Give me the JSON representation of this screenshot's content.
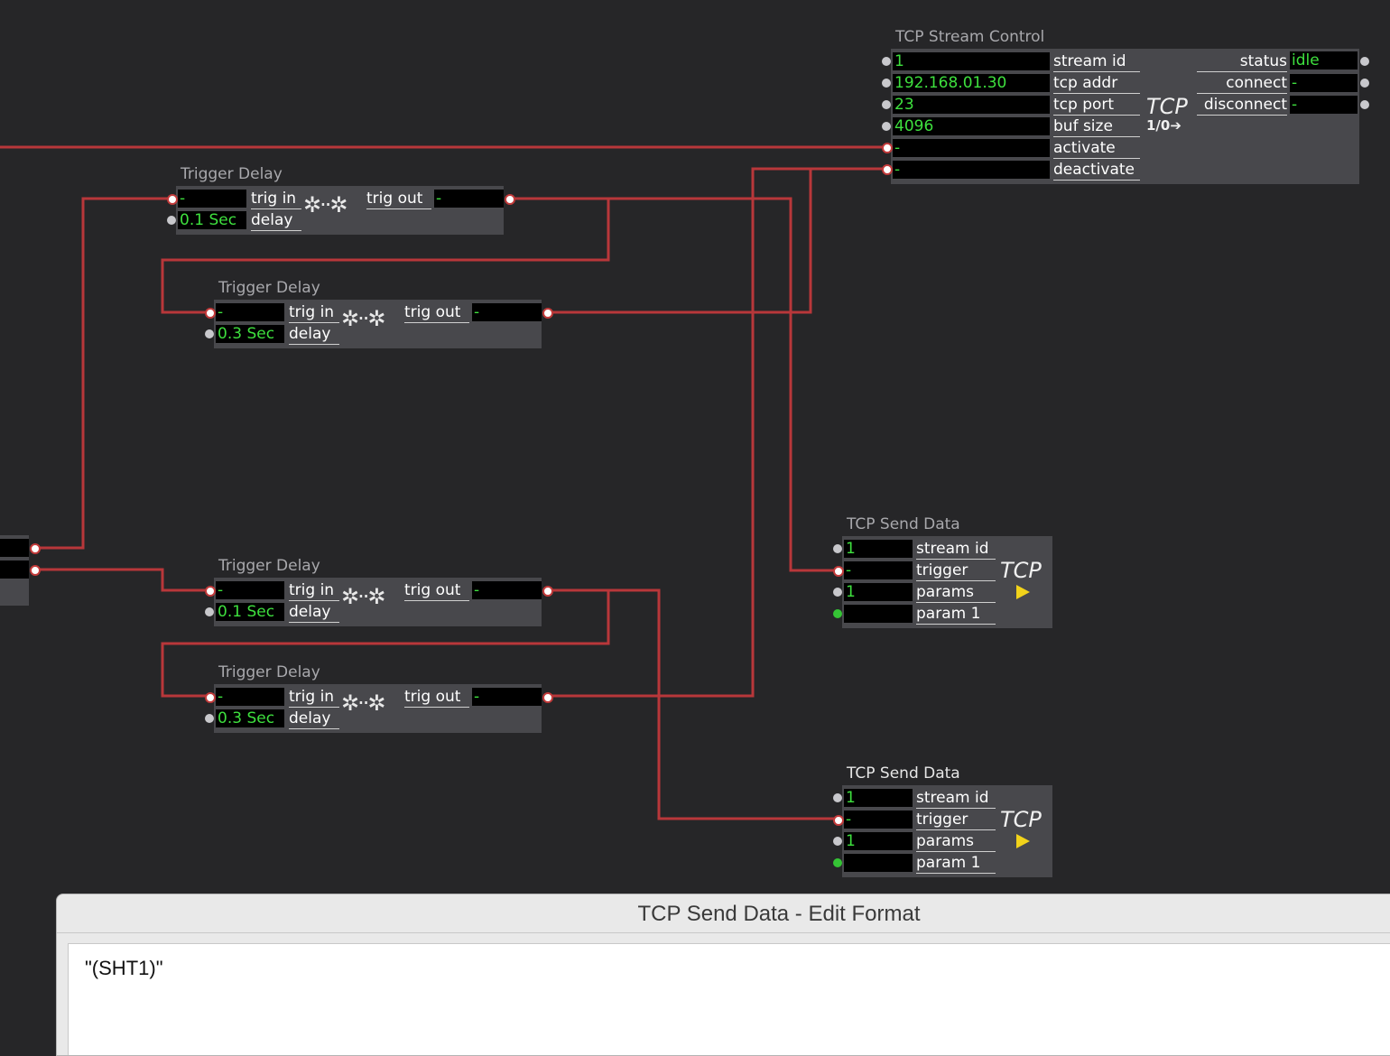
{
  "stream_control": {
    "title": "TCP Stream Control",
    "stream_id": "1",
    "tcp_addr": "192.168.01.30",
    "tcp_port": "23",
    "buf_size": "4096",
    "activate": "-",
    "deactivate": "-",
    "status": "idle",
    "connect": "-",
    "disconnect": "-",
    "labels": {
      "stream_id": "stream id",
      "tcp_addr": "tcp addr",
      "tcp_port": "tcp port",
      "buf_size": "buf size",
      "activate": "activate",
      "deactivate": "deactivate",
      "status": "status",
      "connect": "connect",
      "disconnect": "disconnect"
    },
    "logo": "TCP",
    "io": "1/0➔"
  },
  "trigger_delays": [
    {
      "title": "Trigger Delay",
      "trig_in": "-",
      "delay": "0.1 Sec",
      "trig_out": "-"
    },
    {
      "title": "Trigger Delay",
      "trig_in": "-",
      "delay": "0.3 Sec",
      "trig_out": "-"
    },
    {
      "title": "Trigger Delay",
      "trig_in": "-",
      "delay": "0.1 Sec",
      "trig_out": "-"
    },
    {
      "title": "Trigger Delay",
      "trig_in": "-",
      "delay": "0.3 Sec",
      "trig_out": "-"
    }
  ],
  "trigger_delay_labels": {
    "trig_in": "trig in",
    "delay": "delay",
    "trig_out": "trig out",
    "sparks": "✲··✲"
  },
  "send_data": [
    {
      "title": "TCP Send Data",
      "stream_id": "1",
      "trigger": "-",
      "params": "1",
      "param1": ""
    },
    {
      "title": "TCP Send Data",
      "stream_id": "1",
      "trigger": "-",
      "params": "1",
      "param1": ""
    }
  ],
  "send_data_labels": {
    "stream_id": "stream id",
    "trigger": "trigger",
    "params": "params",
    "param1": "param 1",
    "logo": "TCP"
  },
  "dialog": {
    "title": "TCP Send Data - Edit Format",
    "content": "\"(SHT1)\""
  },
  "colors": {
    "wire": "#b8373a",
    "value": "#3ee03e",
    "background": "#262628",
    "actor": "#48484c"
  }
}
